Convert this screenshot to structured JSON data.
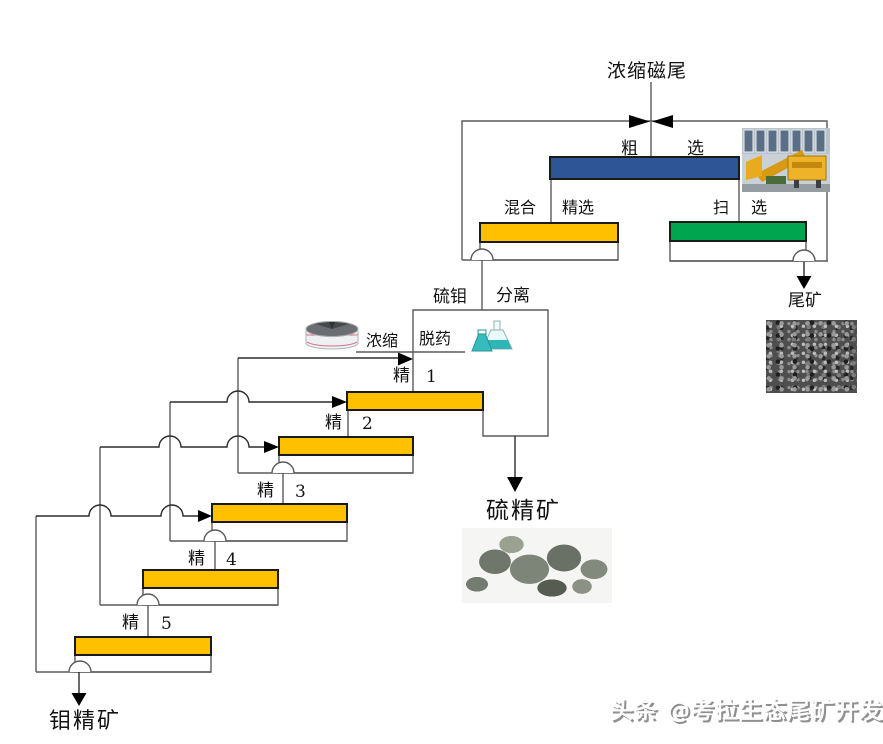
{
  "diagram": {
    "feed_label": "浓缩磁尾",
    "stages": {
      "rougher": {
        "l": "粗",
        "r": "选"
      },
      "mixed_cleaning": {
        "l": "混合",
        "r": "精选"
      },
      "scavenging": {
        "l": "扫",
        "r": "选"
      },
      "separation": {
        "l": "硫钼",
        "r": "分离"
      },
      "thickening": "浓缩",
      "reagent_removal": "脱药"
    },
    "cleaners": [
      {
        "label": "精",
        "num": "1"
      },
      {
        "label": "精",
        "num": "2"
      },
      {
        "label": "精",
        "num": "3"
      },
      {
        "label": "精",
        "num": "4"
      },
      {
        "label": "精",
        "num": "5"
      }
    ],
    "products": {
      "tailings": "尾矿",
      "sulfur_concentrate": "硫精矿",
      "molybdenum_concentrate": "钼精矿"
    },
    "watermark": "头条 @考拉生态尾矿开发",
    "icons": {
      "thickener": "thickener-icon",
      "flask": "flask-icon",
      "machinery_photo": "machinery-photo",
      "tailings_photo": "tailings-photo",
      "sulfur_photo": "sulfur-concentrate-photo"
    },
    "colors": {
      "rougher_bar": "#2E5596",
      "cleaner_bar": "#FFC000",
      "scavenger_bar": "#00A64F",
      "flow_line": "#5a5a5a",
      "arrow": "#000000"
    }
  }
}
